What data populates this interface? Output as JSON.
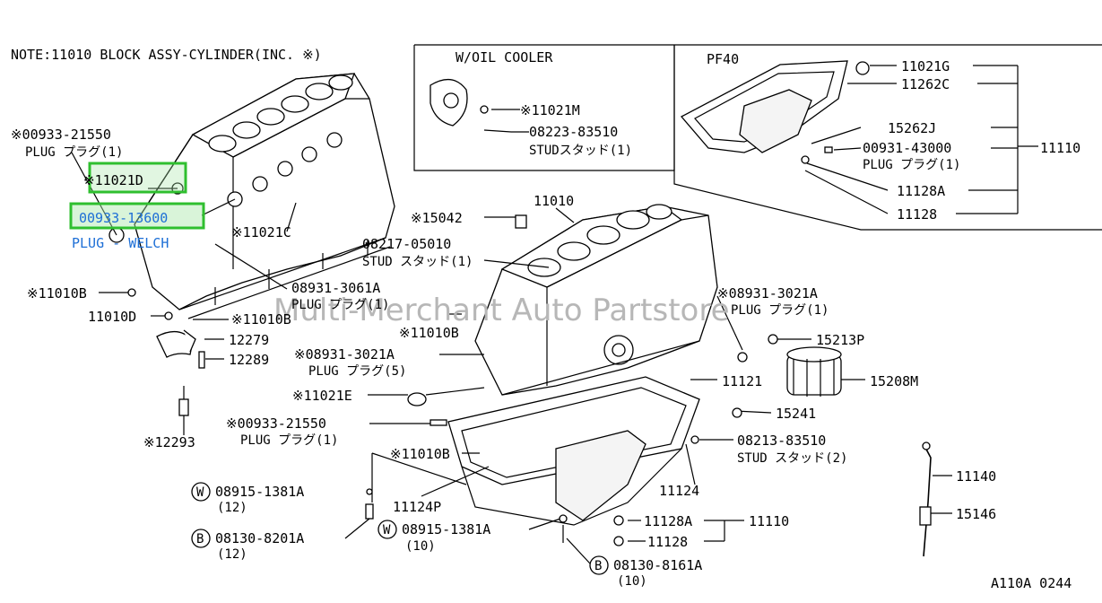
{
  "note": "NOTE:11010 BLOCK ASSY-CYLINDER(INC. ※)",
  "inset_oil_cooler": {
    "title": "W/OIL COOLER",
    "labels": [
      "※11021M",
      "08223-83510",
      "STUDスタッド(1)"
    ]
  },
  "inset_pf40": {
    "title": "PF40",
    "labels": [
      "11021G",
      "11262C",
      "15262J",
      "00931-43000",
      "PLUG プラグ(1)",
      "11110",
      "11128A",
      "11128"
    ]
  },
  "main_labels": {
    "plug_00933_21550_top": "※00933-21550",
    "plug_text_top": "PLUG プラグ(1)",
    "p11021d": "※11021D",
    "p00933_13600": "00933-13600",
    "plug_welch": "PLUG - WELCH",
    "p11021c": "※11021C",
    "p11010b_left": "※11010B",
    "p11010d": "11010D",
    "p11010b_mid": "※11010B",
    "p12279": "12279",
    "p12289": "12289",
    "p12293": "※12293",
    "p08931_3061a": "08931-3061A",
    "plug_text_3061": "PLUG プラグ(1)",
    "p15042": "※15042",
    "p11010": "11010",
    "p08217": "08217-05010",
    "stud_08217": "STUD スタッド(1)",
    "p11010b_c": "※11010B",
    "p08931_3021a_mid": "※08931-3021A",
    "plug_text_5": "PLUG プラグ(5)",
    "p11021e": "※11021E",
    "p00933_21550_mid": "※00933-21550",
    "plug_text_mid": "PLUG プラグ(1)",
    "p11010b_lower": "※11010B",
    "p11124p": "11124P",
    "p08931_3021a_right": "※08931-3021A",
    "plug_text_right": "PLUG プラグ(1)",
    "p15213p": "15213P",
    "p15208m": "15208M",
    "p11121": "11121",
    "p15241": "15241",
    "p08213": "08213-83510",
    "stud_08213": "STUD スタッド(2)",
    "p11124": "11124",
    "p11140": "11140",
    "p15146": "15146",
    "p08915_left": "08915-1381A",
    "qty_12_a": "(12)",
    "p08130_8201a": "08130-8201A",
    "qty_12_b": "(12)",
    "p08915_mid": "08915-1381A",
    "qty_10_a": "(10)",
    "p11128a_bottom": "11128A",
    "p11110_bottom": "11110",
    "p11128_bottom": "11128",
    "p08130_8161a": "08130-8161A",
    "qty_10_b": "(10)",
    "marker_w": "W",
    "marker_b": "B",
    "diagram_code": "A110A 0244",
    "watermark": "Multi-Merchant Auto Partstore"
  },
  "colors": {
    "highlight": "#2fbf2f",
    "blue_label": "#1e6fd6",
    "watermark": "#b7b7b7"
  }
}
